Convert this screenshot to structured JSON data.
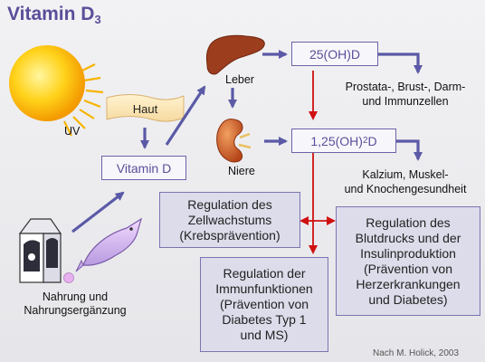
{
  "title": {
    "text": "Vitamin D",
    "subscript": "3"
  },
  "labels": {
    "uv": "UV",
    "haut": "Haut",
    "leber": "Leber",
    "niere": "Niere",
    "nahrung_line1": "Nahrung und",
    "nahrung_line2": "Nahrungsergänzung"
  },
  "boxes": {
    "vitamin_d": "Vitamin D",
    "d25_prefix": "25(OH)D",
    "d125_prefix": "1,25(OH)",
    "d125_sub": "2",
    "d125_suffix": "D"
  },
  "targets": {
    "t1_line1": "Prostata-, Brust-, Darm-",
    "t1_line2": "und Immunzellen",
    "t2_line1": "Kalzium, Muskel-",
    "t2_line2": "und Knochengesundheit"
  },
  "regulation": {
    "r1": [
      "Regulation des",
      "Zellwachstums",
      "(Krebsprävention)"
    ],
    "r2": [
      "Regulation des",
      "Blutdrucks und der",
      "Insulinproduktion",
      "(Prävention von",
      "Herzerkrankungen",
      "und Diabetes)"
    ],
    "r3": [
      "Regulation der",
      "Immunfunktionen",
      "(Prävention von",
      "Diabetes Typ 1",
      "und MS)"
    ]
  },
  "citation": "Nach M. Holick, 2003",
  "colors": {
    "arrow_blue": "#5b5aa6",
    "arrow_red": "#d01010",
    "title": "#5a4f9a",
    "sun": "#f6b400",
    "liver": "#9c3d1e"
  }
}
